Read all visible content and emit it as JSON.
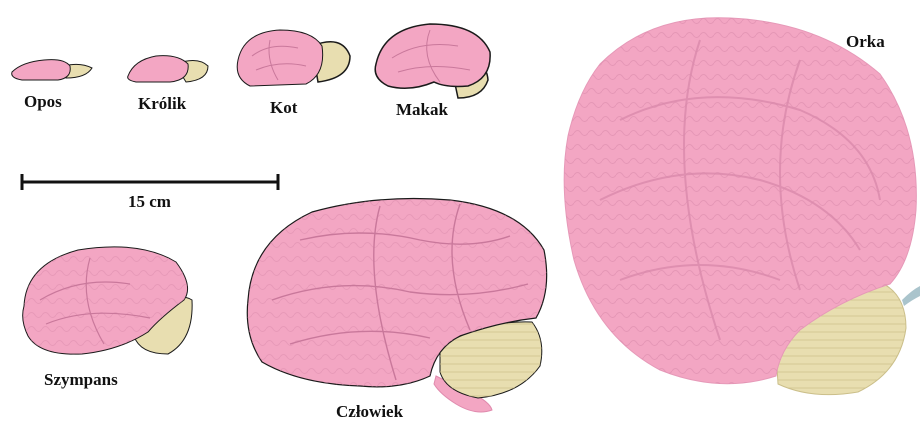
{
  "labels": {
    "opossum": "Opos",
    "rabbit": "Królik",
    "cat": "Kot",
    "macaque": "Makak",
    "orca": "Orka",
    "chimpanzee": "Szympans",
    "human": "Człowiek"
  },
  "scale_bar": {
    "label": "15 cm"
  },
  "colors": {
    "cerebrum": "#f3a6c3",
    "cerebellum": "#e8deb0",
    "sulcus": "#c9789b",
    "outline": "#1a1a1a"
  }
}
